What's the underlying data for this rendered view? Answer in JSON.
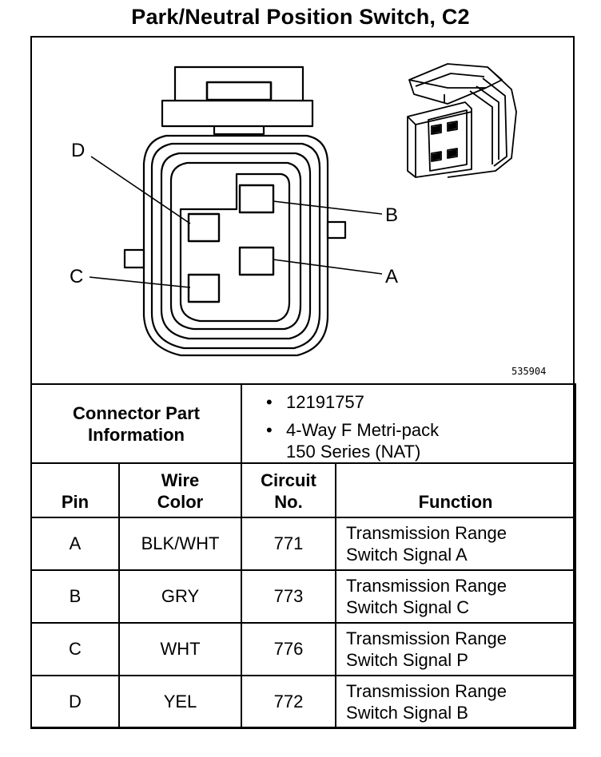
{
  "title": "Park/Neutral Position Switch, C2",
  "figure": {
    "number": "535904",
    "pin_labels": [
      "A",
      "B",
      "C",
      "D"
    ]
  },
  "connector_info": {
    "label_line1": "Connector Part",
    "label_line2": "Information",
    "items": [
      "12191757",
      "4-Way F Metri-pack",
      "150 Series (NAT)"
    ]
  },
  "table": {
    "headers": {
      "pin": "Pin",
      "wire_color_line1": "Wire",
      "wire_color_line2": "Color",
      "circuit_line1": "Circuit",
      "circuit_line2": "No.",
      "function": "Function"
    },
    "rows": [
      {
        "pin": "A",
        "wire": "BLK/WHT",
        "circuit": "771",
        "func1": "Transmission Range",
        "func2": "Switch Signal A"
      },
      {
        "pin": "B",
        "wire": "GRY",
        "circuit": "773",
        "func1": "Transmission Range",
        "func2": "Switch Signal C"
      },
      {
        "pin": "C",
        "wire": "WHT",
        "circuit": "776",
        "func1": "Transmission Range",
        "func2": "Switch Signal P"
      },
      {
        "pin": "D",
        "wire": "YEL",
        "circuit": "772",
        "func1": "Transmission Range",
        "func2": "Switch Signal B"
      }
    ]
  }
}
